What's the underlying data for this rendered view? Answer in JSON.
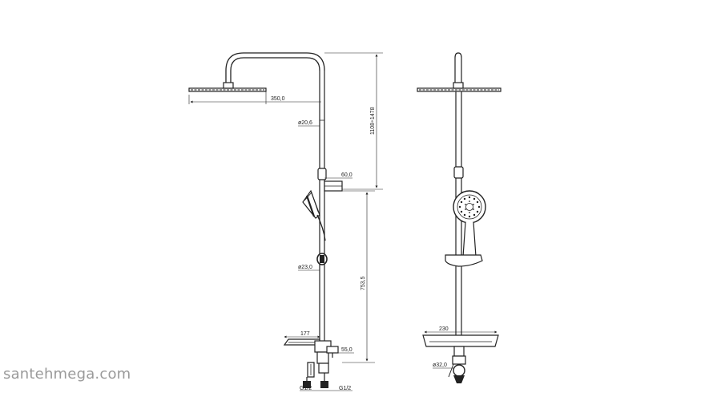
{
  "front_view": {
    "dims": {
      "head_width": "350,0",
      "pipe_dia_top": "ø20,6",
      "height_range": "1108÷1478",
      "holder_offset": "60,0",
      "pipe_dia_bottom": "ø23,0",
      "lower_height": "753,5",
      "shelf_width": "177",
      "spout_offset": "55,0",
      "inlet_left": "G1/2",
      "inlet_right": "G1/2"
    }
  },
  "side_view": {
    "dims": {
      "shelf_width": "230",
      "outlet_dia": "ø32,0"
    }
  },
  "watermark": "santehmega.com"
}
